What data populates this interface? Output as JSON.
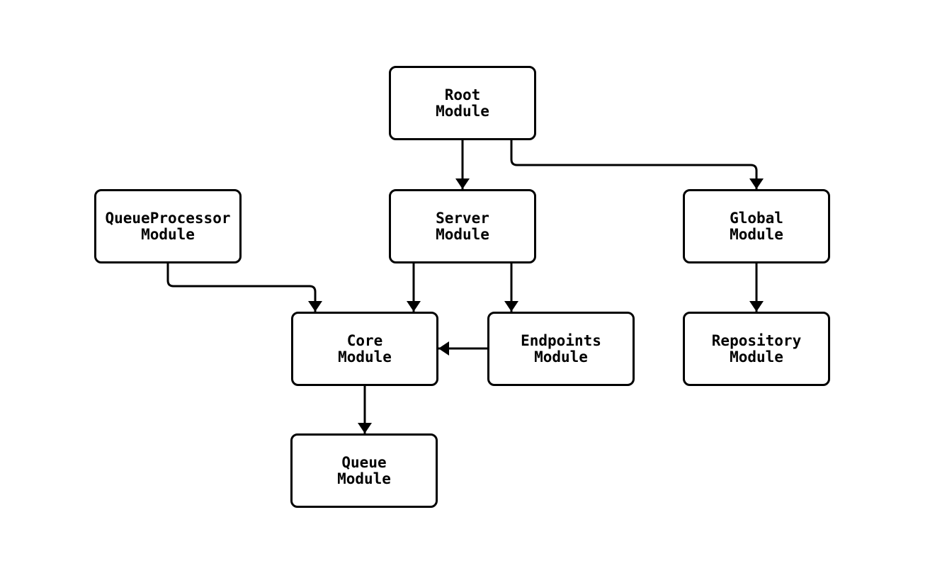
{
  "diagram": {
    "type": "module-dependency-diagram",
    "colors": {
      "background": "#ffffff",
      "node_fill": "#ffffff",
      "node_border": "#000000",
      "edge_stroke": "#000000",
      "text": "#000000"
    },
    "nodes": [
      {
        "id": "root",
        "line1": "Root",
        "line2": "Module"
      },
      {
        "id": "queueprocessor",
        "line1": "QueueProcessor",
        "line2": "Module"
      },
      {
        "id": "server",
        "line1": "Server",
        "line2": "Module"
      },
      {
        "id": "global",
        "line1": "Global",
        "line2": "Module"
      },
      {
        "id": "core",
        "line1": "Core",
        "line2": "Module"
      },
      {
        "id": "endpoints",
        "line1": "Endpoints",
        "line2": "Module"
      },
      {
        "id": "repository",
        "line1": "Repository",
        "line2": "Module"
      },
      {
        "id": "queue",
        "line1": "Queue",
        "line2": "Module"
      }
    ],
    "edges": [
      {
        "from": "Root Module",
        "to": "Server Module"
      },
      {
        "from": "Root Module",
        "to": "Global Module"
      },
      {
        "from": "QueueProcessor Module",
        "to": "Core Module"
      },
      {
        "from": "Server Module",
        "to": "Core Module"
      },
      {
        "from": "Server Module",
        "to": "Endpoints Module"
      },
      {
        "from": "Global Module",
        "to": "Repository Module"
      },
      {
        "from": "Endpoints Module",
        "to": "Core Module"
      },
      {
        "from": "Core Module",
        "to": "Queue Module"
      }
    ]
  }
}
